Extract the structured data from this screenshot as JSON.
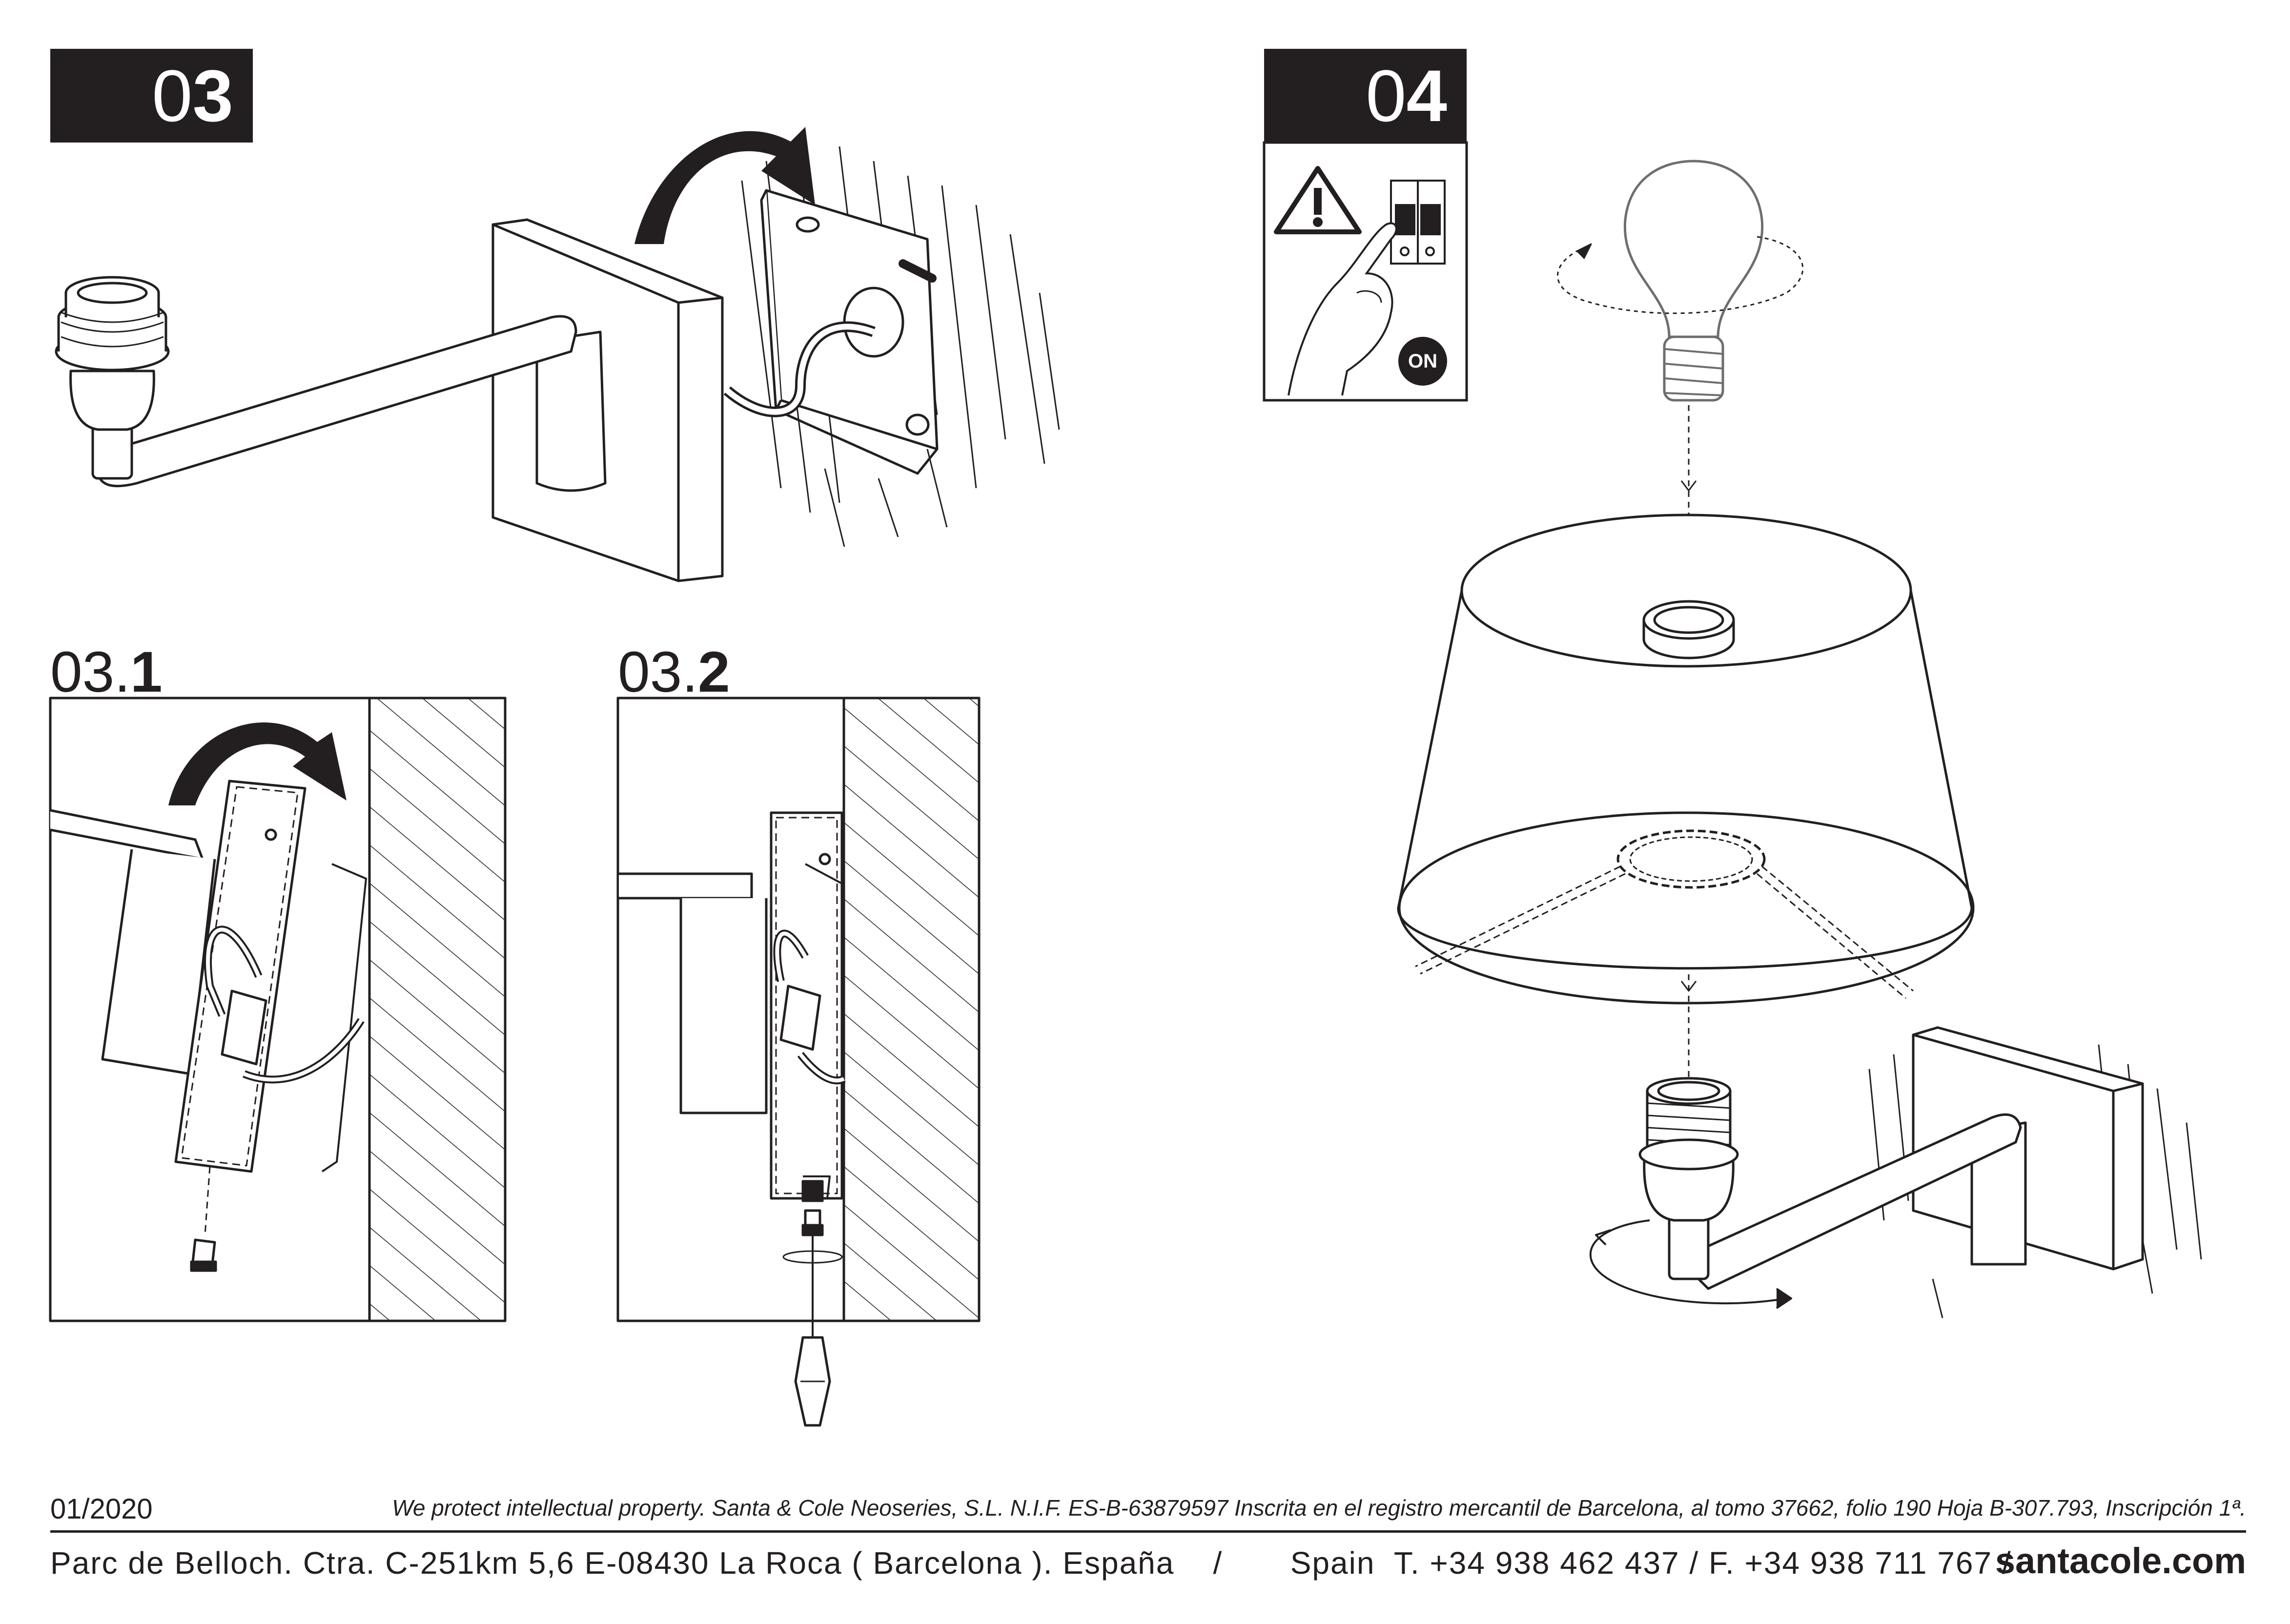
{
  "steps": {
    "step3": {
      "prefix": "0",
      "number": "3"
    },
    "step3_1": {
      "prefix": "03.",
      "number": "1"
    },
    "step3_2": {
      "prefix": "03.",
      "number": "2"
    },
    "step4": {
      "prefix": "0",
      "number": "4"
    }
  },
  "warning": {
    "on_label": "ON",
    "icon": "warning-triangle-icon"
  },
  "footer": {
    "date": "01/2020",
    "legal": "We protect intellectual property. Santa & Cole Neoseries, S.L. N.I.F. ES-B-63879597 Inscrita en el registro mercantil de Barcelona, al tomo 37662, folio 190 Hoja B-307.793, Inscripción 1ª.",
    "address": "Parc de Belloch. Ctra. C-251km 5,6 E-08430 La Roca ( Barcelona ). España    /       Spain  T. +34 938 462 437 / F. +34 938 711 767 /",
    "website": "santacole.com"
  }
}
